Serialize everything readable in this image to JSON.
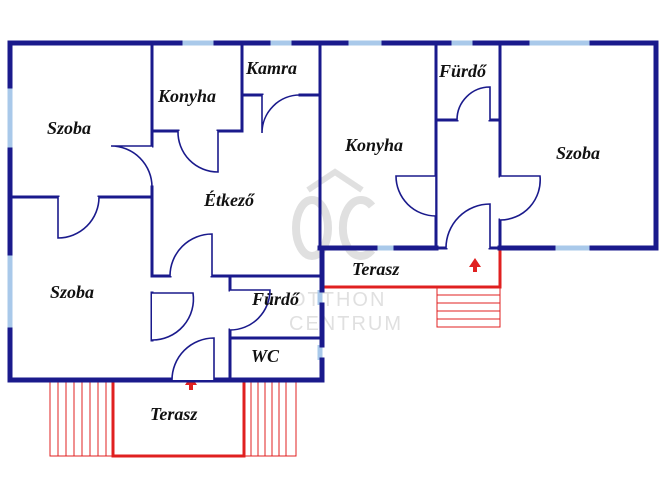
{
  "labels": {
    "szoba_top": "Szoba",
    "konyha_left": "Konyha",
    "kamra": "Kamra",
    "etkezo": "Étkező",
    "szoba_bottom": "Szoba",
    "furdo_left": "Fürdő",
    "wc": "WC",
    "terasz_bottom": "Terasz",
    "konyha_right": "Konyha",
    "furdo_right": "Fürdő",
    "szoba_right": "Szoba",
    "terasz_right": "Terasz"
  },
  "watermark": {
    "logo": "OC",
    "line1": "OTTHON",
    "line2": "CENTRUM"
  },
  "colors": {
    "wall": "#1a1a8c",
    "window": "#a9c9ea",
    "terrace": "#e02020"
  }
}
